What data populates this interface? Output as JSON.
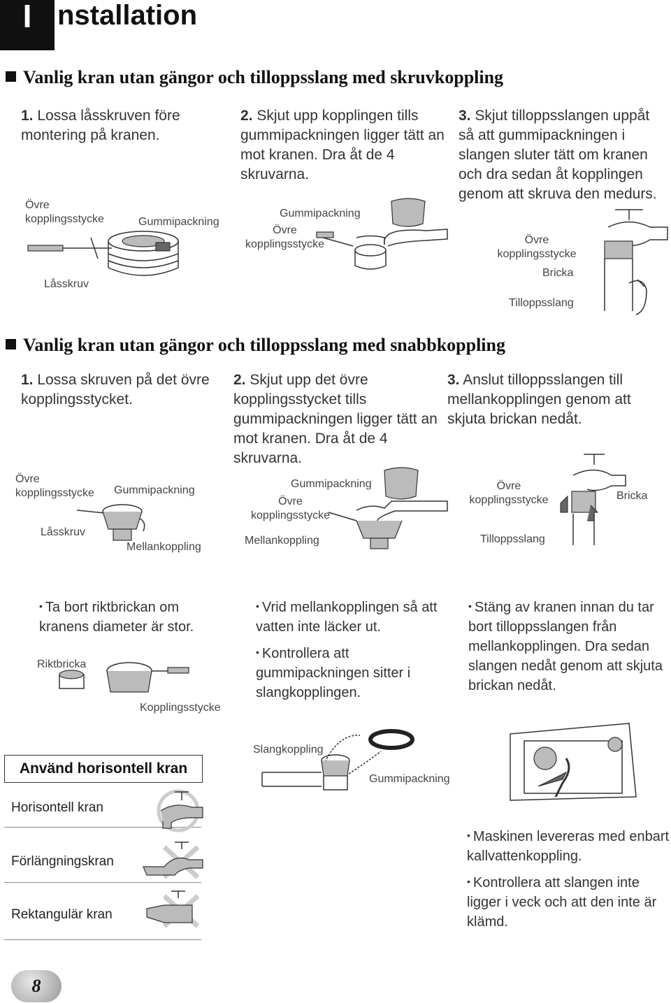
{
  "header": {
    "initial": "I",
    "title": "nstallation"
  },
  "section1": {
    "title": "Vanlig kran utan gängor och tilloppsslang med skruvkoppling",
    "step1": {
      "num": "1.",
      "text": "Lossa låsskruven före montering på kranen.",
      "labels": {
        "upper": "Övre kopplingsstycke",
        "gasket": "Gummipackning",
        "screw": "Låsskruv"
      }
    },
    "step2": {
      "num": "2.",
      "text": "Skjut upp kopplingen tills gummipackningen ligger tätt an mot kranen. Dra åt de 4 skruvarna.",
      "labels": {
        "gasket": "Gummipackning",
        "upper": "Övre kopplingsstycke"
      }
    },
    "step3": {
      "num": "3.",
      "text": "Skjut tilloppsslangen uppåt så att gummipackningen i slangen sluter tätt om kranen och dra sedan åt kopplingen genom att skruva den medurs.",
      "labels": {
        "upper": "Övre kopplingsstycke",
        "washer": "Bricka",
        "hose": "Tilloppsslang"
      }
    }
  },
  "section2": {
    "title": "Vanlig kran utan gängor och tilloppsslang med snabbkoppling",
    "step1": {
      "num": "1.",
      "text": "Lossa skruven på det övre kopplingsstycket.",
      "labels": {
        "upper": "Övre kopplingsstycke",
        "gasket": "Gummipackning",
        "screw": "Låsskruv",
        "adapter": "Mellankoppling"
      }
    },
    "step2": {
      "num": "2.",
      "text": "Skjut upp det övre kopplingsstycket tills gummipackningen ligger tätt an mot kranen. Dra åt de 4 skruvarna.",
      "labels": {
        "gasket": "Gummipackning",
        "upper": "Övre kopplingsstycke",
        "adapter": "Mellankoppling"
      }
    },
    "step3": {
      "num": "3.",
      "text": "Anslut tilloppsslangen till mellankopplingen genom att skjuta brickan nedåt.",
      "labels": {
        "upper": "Övre kopplingsstycke",
        "washer": "Bricka",
        "hose": "Tilloppsslang"
      }
    }
  },
  "notes": {
    "col1": {
      "text": "Ta bort riktbrickan om kranens diameter är stor.",
      "labels": {
        "guide": "Riktbricka",
        "coupling": "Kopplingsstycke"
      }
    },
    "col2": [
      "Vrid mellankopplingen så att vatten inte läcker ut.",
      "Kontrollera att gummipackningen sitter i slangkopplingen."
    ],
    "col3": "Stäng av kranen innan du tar bort tilloppsslangen från mellankopplingen. Dra sedan slangen nedåt genom att skjuta brickan nedåt."
  },
  "hose_labels": {
    "hose_coupling": "Slangkoppling",
    "gasket": "Gummipackning"
  },
  "taps": {
    "title": "Använd horisontell kran",
    "items": [
      "Horisontell kran",
      "Förlängningskran",
      "Rektangulär kran"
    ]
  },
  "bottom_notes": [
    "Maskinen levereras med enbart kallvattenkoppling.",
    "Kontrollera att slangen inte ligger i veck och att  den inte är klämd."
  ],
  "page_number": "8"
}
